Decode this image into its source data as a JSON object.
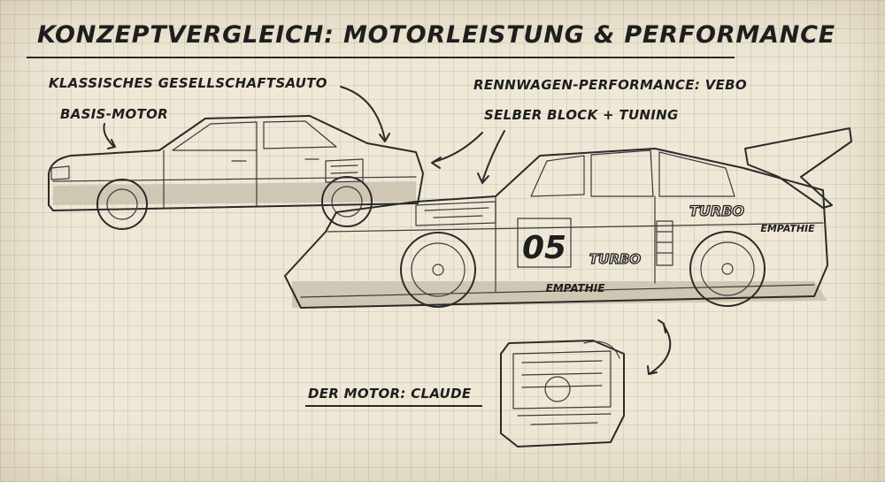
{
  "title": "KONZEPTVERGLEICH: MOTORLEISTUNG & PERFORMANCE",
  "labels": {
    "classic_car": "KLASSISCHES GESELLSCHAFTSAUTO",
    "base_engine": "BASIS-MOTOR",
    "race_performance": "RENNWAGEN-PERFORMANCE: VEBO",
    "same_block": "SELBER BLOCK + TUNING",
    "engine": "DER MOTOR: CLAUDE"
  },
  "race_car_decals": {
    "number": "05",
    "turbo_rear": "TURBO",
    "turbo_door": "TURBO",
    "sponsor_rear": "EMPATHIE",
    "sponsor_sill": "EMPATHIE"
  }
}
